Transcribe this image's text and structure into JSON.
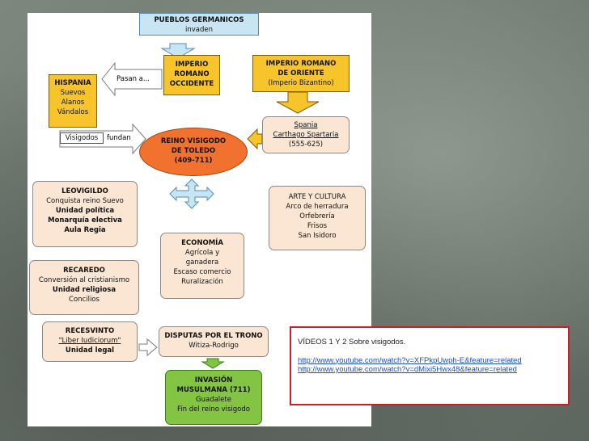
{
  "diagram": {
    "germanicos": [
      "PUEBLOS GERMANICOS",
      "invaden"
    ],
    "occidente": [
      "IMPERIO",
      "ROMANO",
      "OCCIDENTE"
    ],
    "oriente": [
      "IMPERIO ROMANO",
      "DE ORIENTE",
      "(Imperio Bizantino)"
    ],
    "hispania": [
      "HISPANIA",
      "Suevos",
      "Alanos",
      "Vándalos"
    ],
    "pasan": "Pasan a...",
    "visigodos": "Visigodos",
    "fundan": "fundan",
    "reino": [
      "REINO VISIGODO",
      "DE TOLEDO",
      "(409-711)"
    ],
    "spania": [
      "Spania",
      "Carthago Spartaria",
      "(555-625)"
    ],
    "leovigildo": [
      "LEOVIGILDO",
      "Conquista reino Suevo",
      "Unidad política",
      "Monarquía electiva",
      "Aula Regia"
    ],
    "arte": [
      "ARTE Y CULTURA",
      "Arco de herradura",
      "Orfebrería",
      "Frisos",
      "San Isidoro"
    ],
    "economia": [
      "ECONOMÍA",
      "Agrícola y",
      "ganadera",
      "Escaso comercio",
      "Ruralización"
    ],
    "recaredo": [
      "RECAREDO",
      "Conversión al cristianismo",
      "Unidad religiosa",
      "Concilios"
    ],
    "recesvinto": [
      "RECESVINTO",
      "\"Liber Iudiciorum\"",
      "Unidad legal"
    ],
    "disputas": [
      "DISPUTAS POR EL TRONO",
      "Witiza-Rodrigo"
    ],
    "invasion": [
      "INVASIÓN",
      "MUSULMANA (711)",
      "Guadalete",
      "Fin del reino visigodo"
    ]
  },
  "videos": {
    "title": "VÍDEOS 1 Y 2 Sobre visigodos.",
    "links": [
      "http://www.youtube.com/watch?v=XFPkpUwph-E&feature=related",
      "http://www.youtube.com/watch?v=dMixi5Hwx48&feature=related"
    ]
  },
  "colors": {
    "yellow": "#f7c52b",
    "peach": "#fbe6d3",
    "orange": "#f0722e",
    "green": "#84c443",
    "lightblue": "#c7e5f3",
    "link": "#1f4fbf",
    "frame": "#c8202a"
  }
}
